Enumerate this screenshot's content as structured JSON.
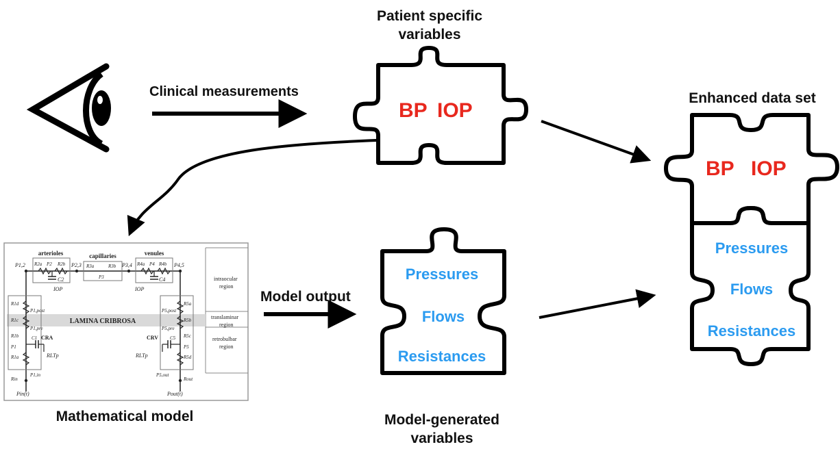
{
  "labels": {
    "patient_specific_line1": "Patient specific",
    "patient_specific_line2": "variables",
    "clinical_measurements": "Clinical measurements",
    "enhanced_data_set": "Enhanced data set",
    "model_output": "Model output",
    "mathematical_model": "Mathematical model",
    "model_generated_line1": "Model-generated",
    "model_generated_line2": "variables"
  },
  "patient_piece": {
    "bp": "BP",
    "iop": "IOP"
  },
  "enhanced_piece": {
    "bp": "BP",
    "iop": "IOP",
    "pressures": "Pressures",
    "flows": "Flows",
    "resistances": "Resistances"
  },
  "model_piece": {
    "pressures": "Pressures",
    "flows": "Flows",
    "resistances": "Resistances"
  },
  "circuit": {
    "arterioles": "arterioles",
    "capillaries": "capillaries",
    "venules": "venules",
    "lamina_cribrosa": "LAMINA CRIBROSA",
    "cra": "CRA",
    "crv": "CRV",
    "iop_left": "IOP",
    "iop_right": "IOP",
    "rltp_left": "RLTp",
    "rltp_right": "RLTp",
    "region_intraocular_1": "intraocular",
    "region_intraocular_2": "region",
    "region_translaminar_1": "translaminar",
    "region_translaminar_2": "region",
    "region_retrobulbar_1": "retrobulbar",
    "region_retrobulbar_2": "region",
    "node_p12": "P1,2",
    "node_p23": "P2,3",
    "node_p34": "P3,4",
    "node_p45": "P4,5",
    "r2a": "R2a",
    "p2": "P2",
    "r2b": "R2b",
    "r3a": "R3a",
    "r3b": "R3b",
    "p3": "P3",
    "r4a": "R4a",
    "p4": "P4",
    "r4b": "R4b",
    "c2": "C2",
    "c4": "C4",
    "r1d": "R1d",
    "p1post": "P1,post",
    "r1c": "R1c",
    "p1pre": "P1,pre",
    "r1b": "R1b",
    "c1": "C1",
    "p1": "P1",
    "r1a": "R1a",
    "r5a": "R5a",
    "p5post": "P5,post",
    "r5b": "R5b",
    "p5pre": "P5,pre",
    "r5c": "R5c",
    "c5": "C5",
    "p5": "P5",
    "r5d": "R5d",
    "rin": "Rin",
    "p1in": "P1,in",
    "pin": "Pin(t)",
    "rout": "Rout",
    "p5out": "P5,out",
    "pout": "Pout(t)"
  },
  "colors": {
    "red_text": "#e8281e",
    "blue_text": "#2b9bf0",
    "outline": "#000000",
    "lamina_band": "#d9d9d9"
  },
  "icons": {
    "eye": "eye-icon"
  }
}
